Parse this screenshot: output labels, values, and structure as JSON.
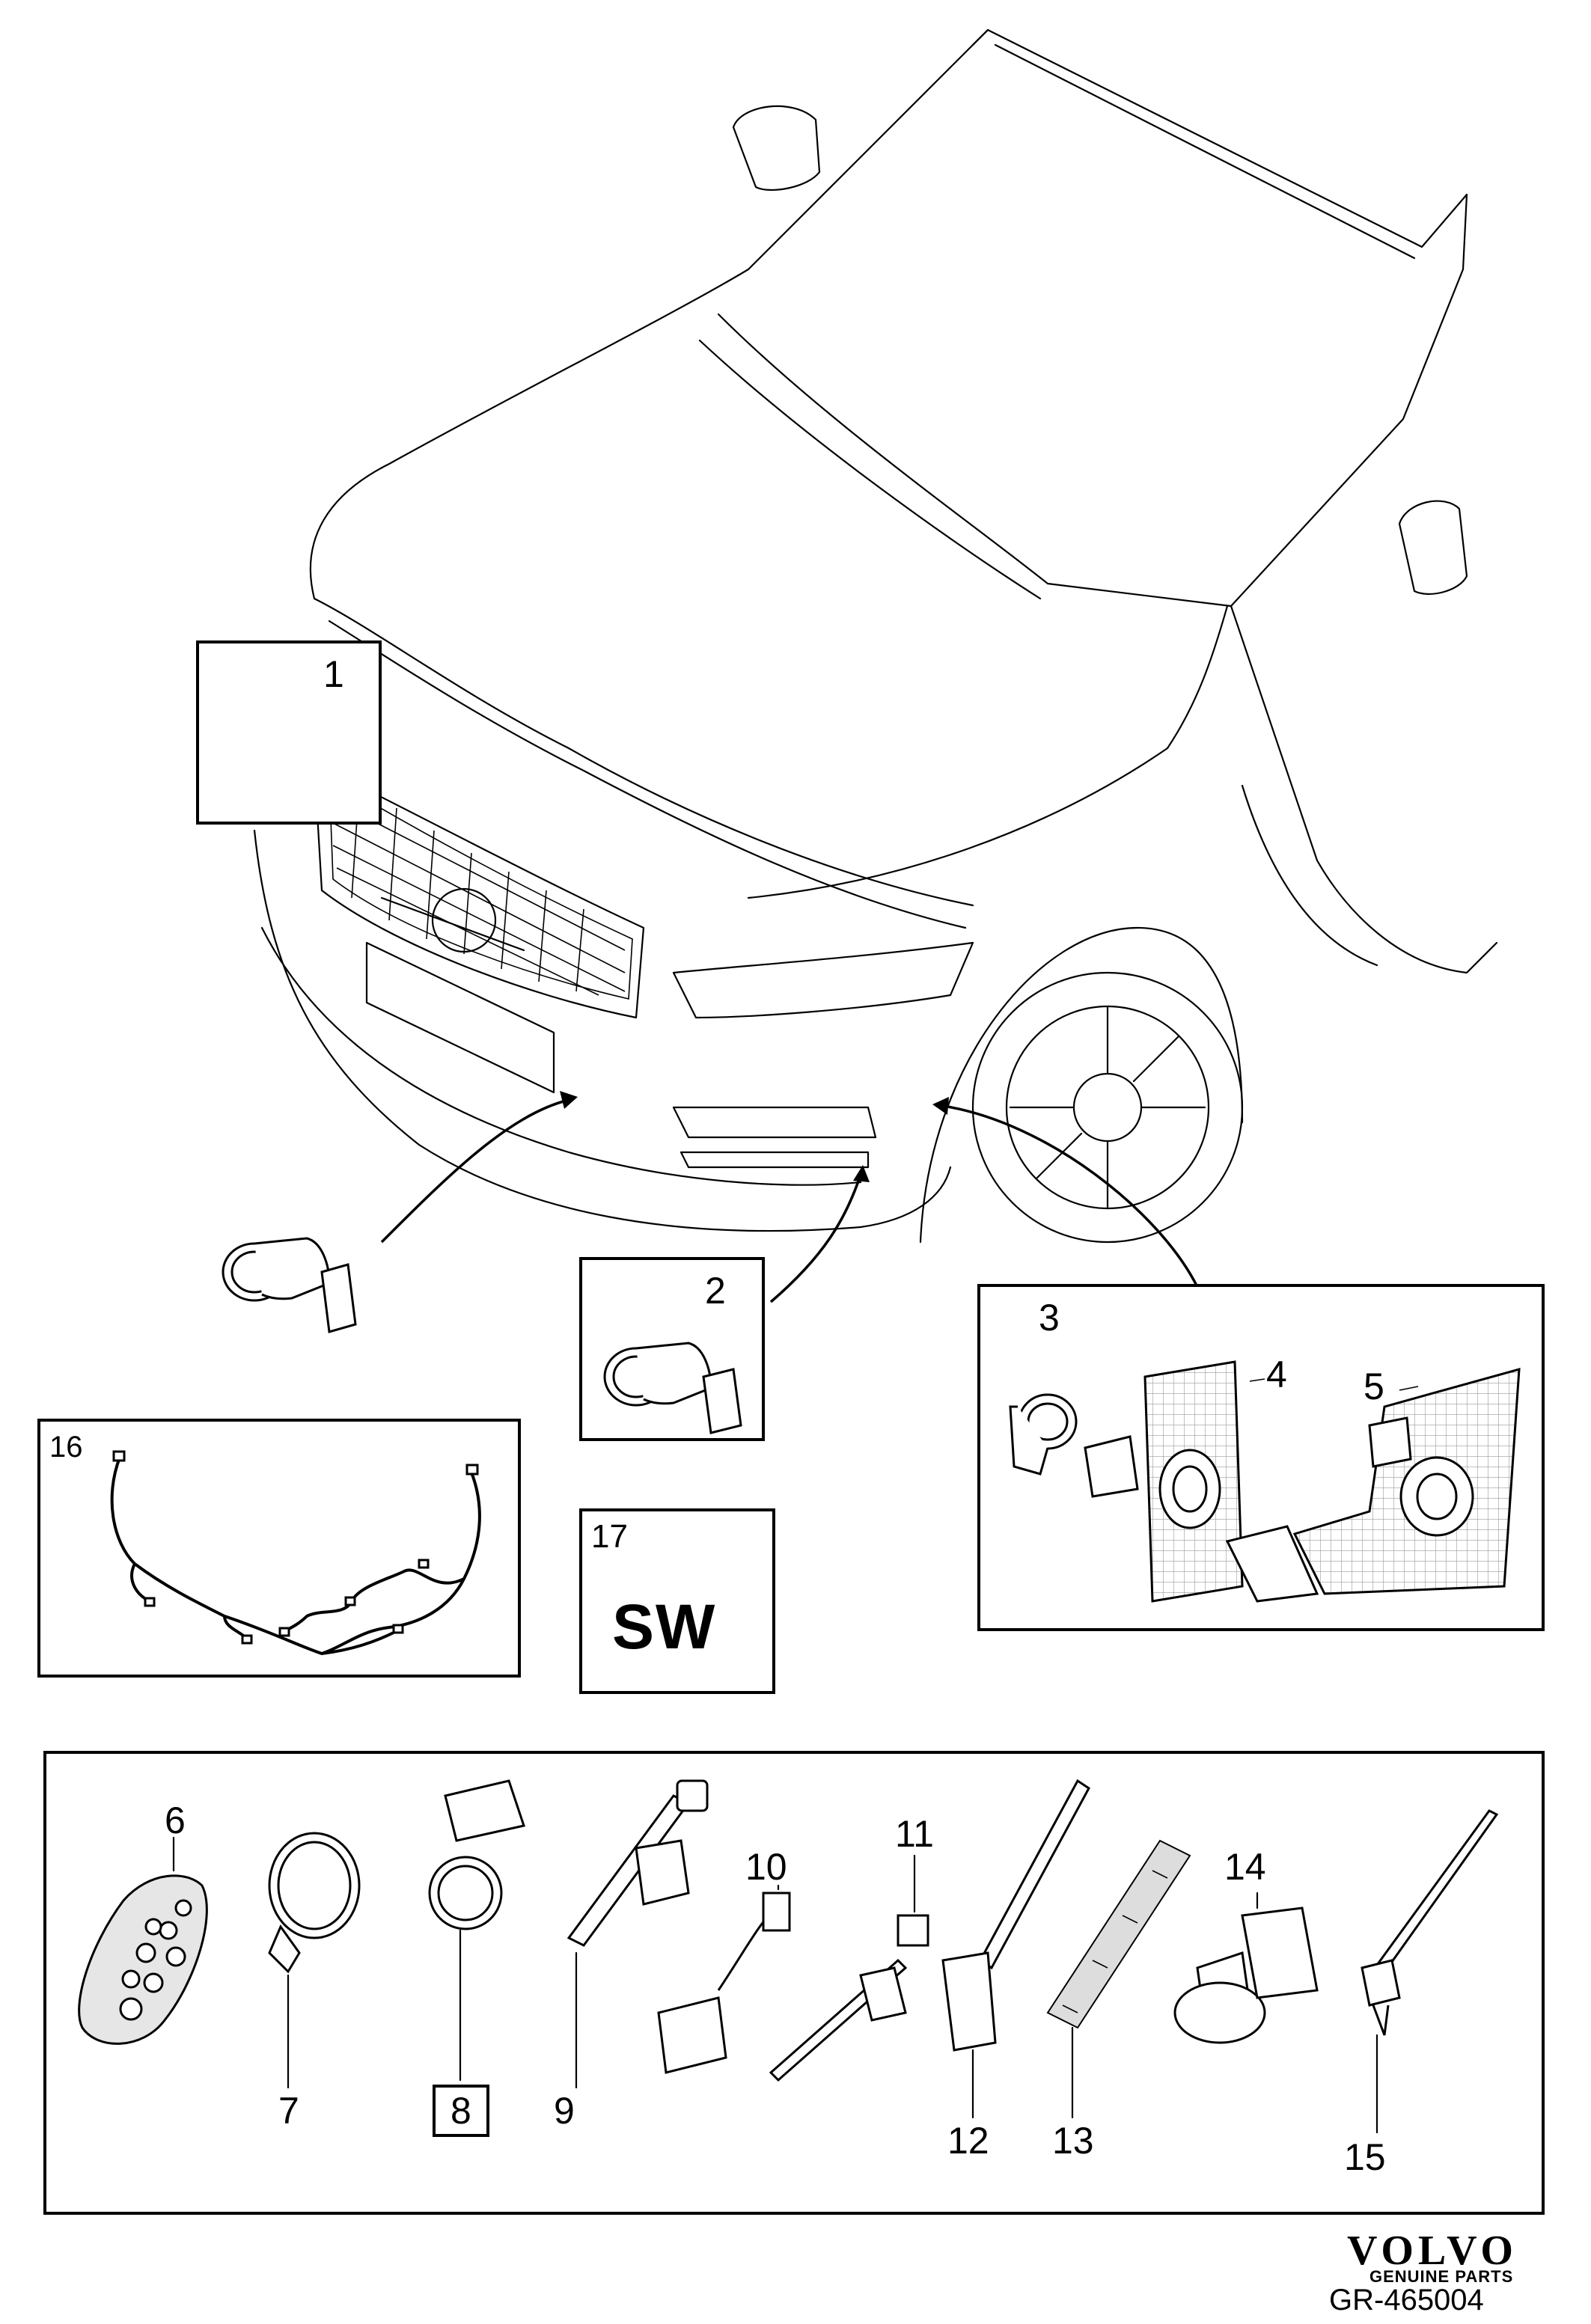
{
  "callouts": {
    "c1": "1",
    "c2": "2",
    "c3": "3",
    "c4": "4",
    "c5": "5",
    "c6": "6",
    "c7": "7",
    "c8": "8",
    "c9": "9",
    "c10": "10",
    "c11": "11",
    "c12": "12",
    "c13": "13",
    "c14": "14",
    "c15": "15",
    "c16": "16",
    "c17": "17"
  },
  "software_box": {
    "label": "SW"
  },
  "branding": {
    "logo": "VOLVO",
    "tagline": "GENUINE PARTS"
  },
  "illustration_ref": "GR-465004",
  "colors": {
    "line": "#000000",
    "background": "#ffffff",
    "mesh": "#cccccc"
  }
}
